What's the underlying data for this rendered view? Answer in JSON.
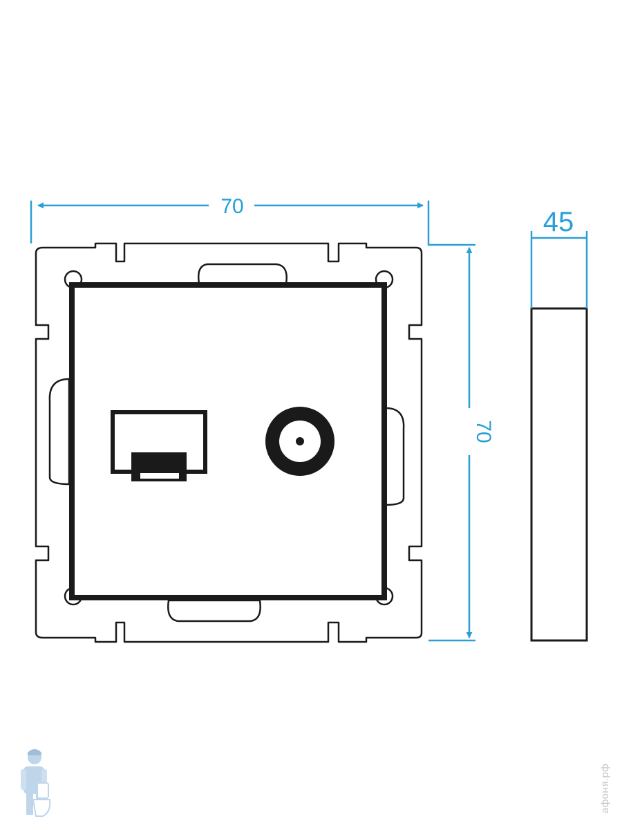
{
  "dimensions": {
    "front_width": "70",
    "front_height": "70",
    "side_depth": "45"
  },
  "watermark": {
    "site_text": "афоня.рф",
    "mascot_icon": "plumber-mascot-icon"
  },
  "colors": {
    "dimension_line": "#2a9fd6",
    "outline": "#1a1a1a",
    "watermark_text": "#c4c4c4",
    "mascot": "#a9c8e4"
  },
  "parts": {
    "ports": [
      "rj45-port-icon",
      "coax-tv-port-icon"
    ]
  }
}
